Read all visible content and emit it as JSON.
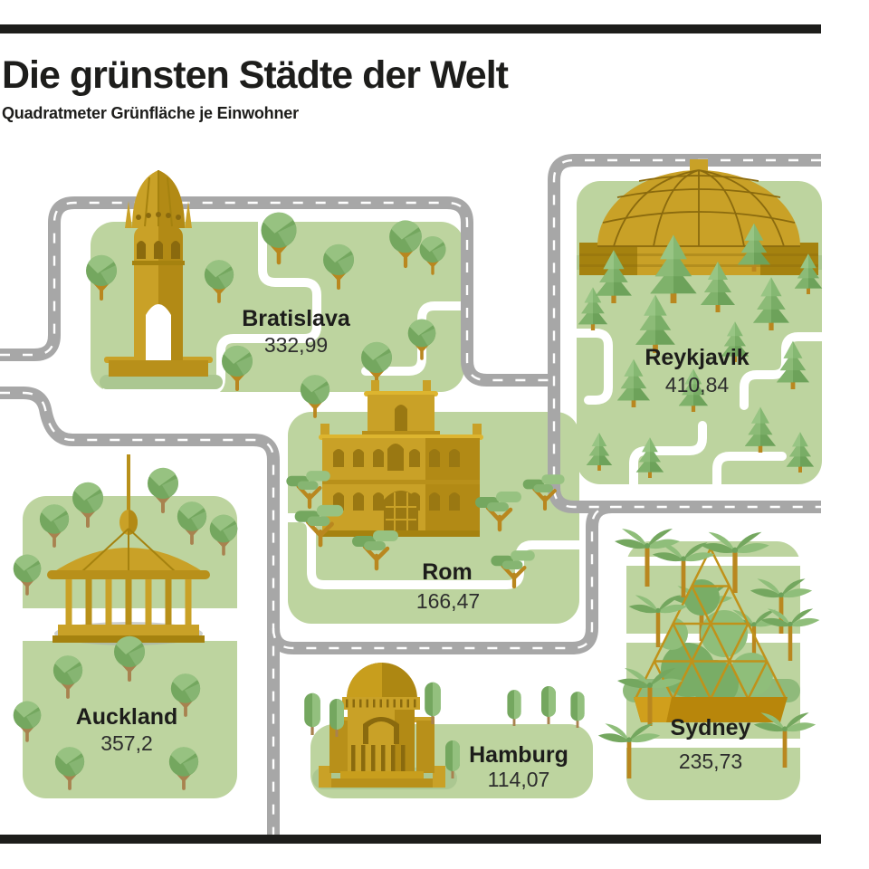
{
  "header": {
    "title": "Die grünsten Städte der Welt",
    "subtitle": "Quadratmeter Grünfläche je Einwohner"
  },
  "cities": [
    {
      "name": "Bratislava",
      "value": "332,99"
    },
    {
      "name": "Reykjavik",
      "value": "410,84"
    },
    {
      "name": "Rom",
      "value": "166,47"
    },
    {
      "name": "Auckland",
      "value": "357,2"
    },
    {
      "name": "Hamburg",
      "value": "114,07"
    },
    {
      "name": "Sydney",
      "value": "235,73"
    }
  ],
  "chart_data": {
    "type": "table",
    "title": "Die grünsten Städte der Welt",
    "unit": "Quadratmeter Grünfläche je Einwohner",
    "categories": [
      "Bratislava",
      "Reykjavik",
      "Rom",
      "Auckland",
      "Hamburg",
      "Sydney"
    ],
    "values": [
      332.99,
      410.84,
      166.47,
      357.2,
      114.07,
      235.73
    ],
    "value_labels": [
      "332,99",
      "410,84",
      "166,47",
      "357,2",
      "114,07",
      "235,73"
    ],
    "legend": "none",
    "layout": "pictorial map: illustrated city parks with golden landmarks connected by roads"
  },
  "colors": {
    "ink": "#1d1d1b",
    "patch_green": "#bdd49f",
    "shadow_green": "#abc791",
    "tree_dark": "#6da25a",
    "tree_mid": "#74a75f",
    "tree_light": "#97c281",
    "trunk_gold": "#b9871f",
    "trunk_brown": "#a8824f",
    "road_gray": "#a7a7a7",
    "path_white": "#ffffff",
    "landmark_gold": "#c9a127",
    "landmark_dark_gold": "#a5820f"
  }
}
